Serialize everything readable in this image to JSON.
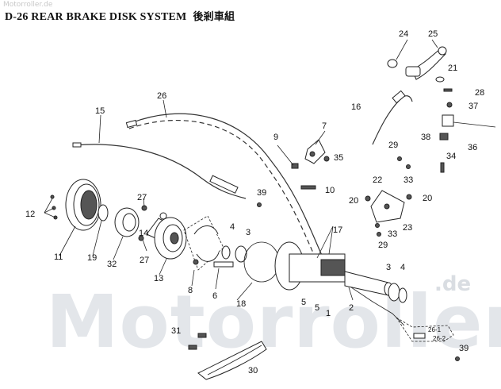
{
  "diagram": {
    "title": "D-26 REAR BRAKE DISK SYSTEM",
    "title_cjk": "後剎車組",
    "watermark_top": "Motorroller.de",
    "watermark_big": "Motorroller",
    "watermark_de": ".de",
    "callouts": {
      "c1": "1",
      "c2": "2",
      "c3a": "3",
      "c3b": "3",
      "c4a": "4",
      "c4b": "4",
      "c5a": "5",
      "c5b": "5",
      "c6": "6",
      "c7": "7",
      "c8": "8",
      "c9": "9",
      "c10": "10",
      "c11": "11",
      "c12": "12",
      "c13": "13",
      "c14": "14",
      "c15": "15",
      "c16": "16",
      "c17": "17",
      "c18": "18",
      "c19": "19",
      "c20a": "20",
      "c20b": "20",
      "c21": "21",
      "c22": "22",
      "c23": "23",
      "c24": "24",
      "c25": "25",
      "c26": "26",
      "c26_1": "26-1",
      "c26_2": "26-2",
      "c27a": "27",
      "c27b": "27",
      "c28": "28",
      "c29a": "29",
      "c29b": "29",
      "c30": "30",
      "c31": "31",
      "c32": "32",
      "c33a": "33",
      "c33b": "33",
      "c34": "34",
      "c35": "35",
      "c36": "36",
      "c37": "37",
      "c38": "38",
      "c39a": "39",
      "c39b": "39"
    }
  }
}
